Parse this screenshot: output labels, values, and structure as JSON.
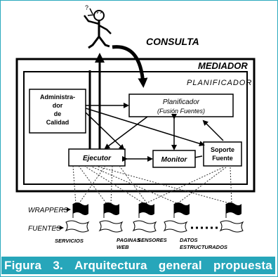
{
  "labels": {
    "consulta": "CONSULTA",
    "mediador": "MEDIADOR",
    "planificador_box": "PLANIFICADOR",
    "admin_1": "Administra-",
    "admin_2": "dor",
    "admin_3": "de",
    "admin_4": "Calidad",
    "planificador_1": "Planificador",
    "planificador_2": "(Fusión Fuentes)",
    "ejecutor": "Ejecutor",
    "monitor": "Monitor",
    "soporte_1": "Soporte",
    "soporte_2": "Fuente",
    "wrappers": "WRAPPERS",
    "fuentes": "FUENTES",
    "servicios": "SERVICIOS",
    "paginas": "PAGINAS",
    "web": "WEB",
    "sensores": "SENSORES",
    "datos": "DATOS",
    "estructurados": "ESTRUCTURADOS"
  },
  "caption": {
    "w1": "Figura",
    "w2": "3.",
    "w3": "Arquitectura",
    "w4": "general",
    "w5": "propuesta"
  },
  "colors": {
    "caption_bg": "#27a6ba",
    "frame": "#2aa9bd"
  }
}
